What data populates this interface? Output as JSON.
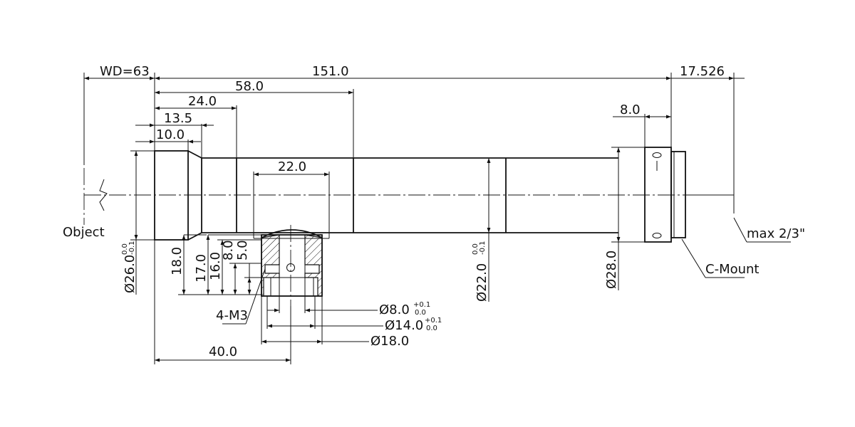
{
  "drawing": {
    "labels": {
      "object": "Object",
      "mount": "C-Mount",
      "sensor": "max 2/3\"",
      "thread": "4-M3"
    },
    "dimensions": {
      "wd": "WD=63",
      "total_length": "151.0",
      "flange": "17.526",
      "d58": "58.0",
      "d24": "24.0",
      "d13_5": "13.5",
      "d10": "10.0",
      "d22_top": "22.0",
      "d8_top": "8.0",
      "d40": "40.0",
      "v18": "18.0",
      "v17": "17.0",
      "v16": "16.0",
      "v8": "8.0",
      "v5": "5.0",
      "dia26": "Ø26.0",
      "dia26_tol_upper": "0.0",
      "dia26_tol_lower": "-0.1",
      "dia22": "Ø22.0",
      "dia22_tol_upper": "0.0",
      "dia22_tol_lower": "-0.1",
      "dia28": "Ø28.0",
      "dia8": "Ø8.0",
      "dia8_tol_upper": "+0.1",
      "dia8_tol_lower": "0.0",
      "dia14": "Ø14.0",
      "dia14_tol_upper": "+0.1",
      "dia14_tol_lower": "0.0",
      "dia18": "Ø18.0"
    }
  }
}
